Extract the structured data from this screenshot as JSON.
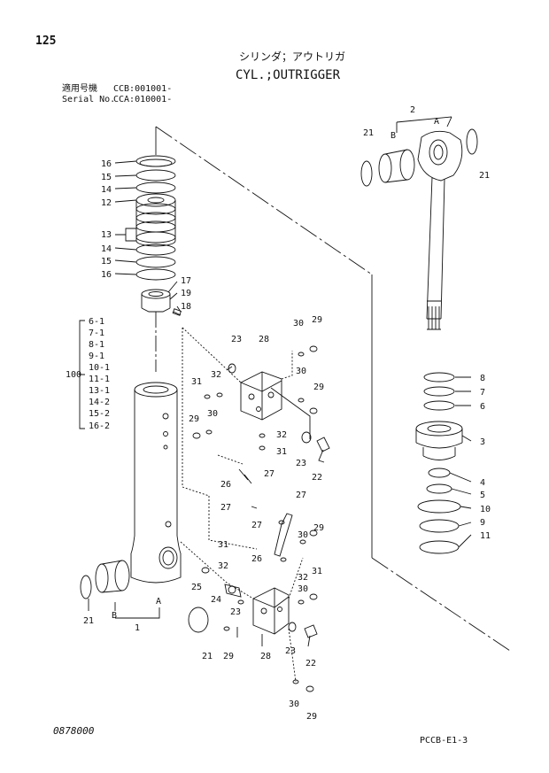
{
  "header": {
    "page_number": "125",
    "title_jp": "シリンダ；アウトリガ",
    "title_en": "CYL.;OUTRIGGER",
    "serial_jp_label": "適用号機",
    "serial_jp_value": "CCB:001001-",
    "serial_en_label": "Serial No.",
    "serial_en_value": "CCA:010001-"
  },
  "group_label": "100",
  "group_parts": [
    "6-1",
    "7-1",
    "8-1",
    "9-1",
    "10-1",
    "11-1",
    "13-1",
    "14-2",
    "15-2",
    "16-2"
  ],
  "left_stack_labels": [
    "16",
    "15",
    "14",
    "12",
    "13",
    "14",
    "15",
    "16",
    "17",
    "19",
    "18"
  ],
  "right_stack_labels": [
    "8",
    "7",
    "6",
    "3",
    "4",
    "5",
    "10",
    "9",
    "11"
  ],
  "top_right_labels": [
    "2",
    "A",
    "B",
    "21",
    "21"
  ],
  "body_labels": {
    "l23a": "23",
    "l28a": "28",
    "l30a": "30",
    "l29a": "29",
    "l32a": "32",
    "l31a": "31",
    "l30b": "30",
    "l29b": "29",
    "l29c": "29",
    "l30c": "30",
    "l32b": "32",
    "l31b": "31",
    "l23b": "23",
    "l22a": "22",
    "l26a": "26",
    "l27a": "27",
    "l27b": "27",
    "l27c": "27",
    "l27d": "27",
    "l30d": "30",
    "l29d": "29",
    "l31c": "31",
    "l26b": "26",
    "l32c": "32",
    "l25": "25",
    "l24": "24",
    "l23c": "23",
    "l32d": "32",
    "l30e": "30",
    "l31d": "31",
    "l21a": "21",
    "lB": "B",
    "lA": "A",
    "l1": "1",
    "l21b": "21",
    "l29e": "29",
    "l28b": "28",
    "l23d": "23",
    "l22b": "22",
    "l30f": "30",
    "l29f": "29"
  },
  "footer": {
    "left_code": "0878000",
    "right_code": "PCCB-E1-3"
  }
}
